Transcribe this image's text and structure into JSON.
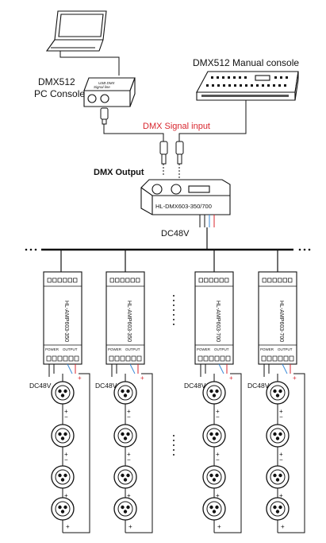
{
  "labels": {
    "pc_console": [
      "DMX512",
      "PC Console"
    ],
    "usb_dmx_box": [
      "USB DMX",
      "Signal line"
    ],
    "manual_console": "DMX512 Manual console",
    "dmx_signal_input": "DMX Signal input",
    "dmx_output": "DMX Output",
    "decoder_model": "HL-DMX603-350/700",
    "bus_voltage": "DC48V",
    "amp_models": [
      "HL-AMP603-350",
      "HL-AMP603-350",
      "HL-AMP603-700",
      "HL-AMP603-700"
    ],
    "amp_power_label": "POWER",
    "amp_output_label": "OUTPUT",
    "amp_dc_labels": [
      "DC48V",
      "DC48V",
      "DC48V",
      "DC48V"
    ],
    "plus": "+",
    "minus": "−"
  },
  "colors": {
    "line": "#111111",
    "red_wire": "#d8262e",
    "blue_wire": "#3a8ad8",
    "signal_text": "#d8262e"
  }
}
